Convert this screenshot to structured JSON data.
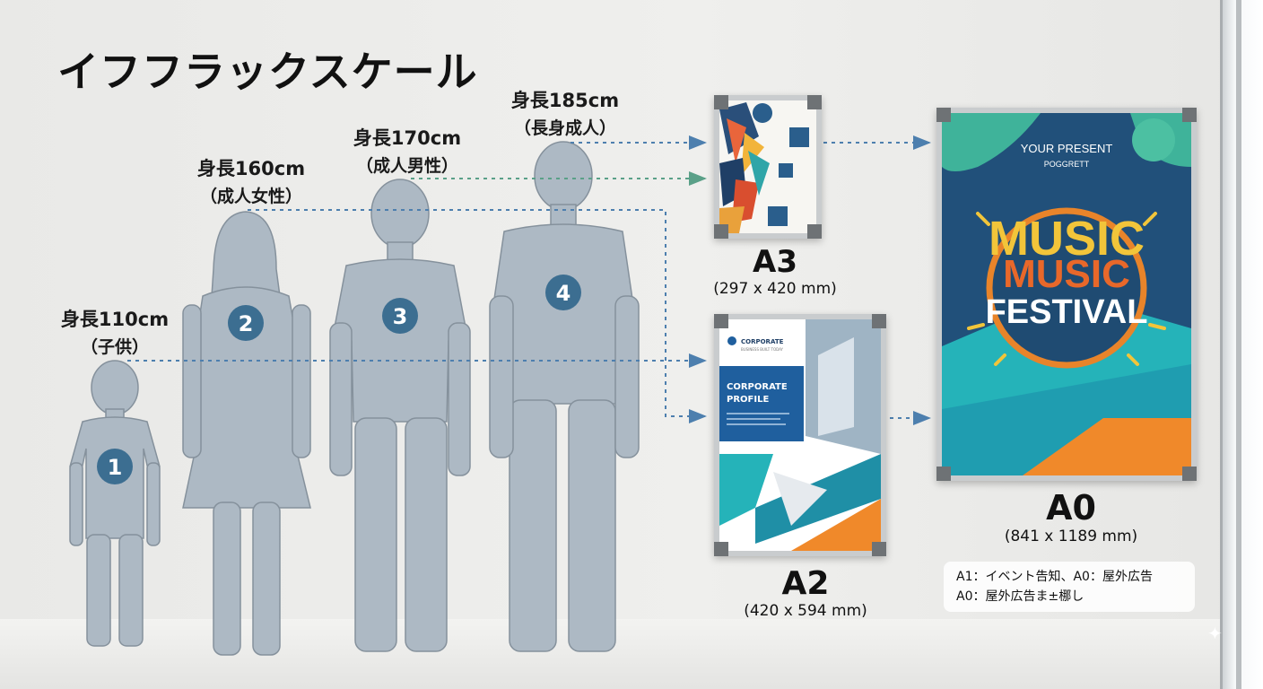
{
  "title": "イフフラックスケール",
  "figures": [
    {
      "number": "1",
      "height": "身長110cm",
      "desc": "（子供）"
    },
    {
      "number": "2",
      "height": "身長160cm",
      "desc": "（成人女性）"
    },
    {
      "number": "3",
      "height": "身長170cm",
      "desc": "（成人男性）"
    },
    {
      "number": "4",
      "height": "身長185cm",
      "desc": "（長身成人）"
    }
  ],
  "posters": {
    "a3": {
      "name": "A3",
      "size": "(297 x 420 mm)"
    },
    "a2": {
      "name": "A2",
      "size": "(420 x 594 mm)",
      "header": "CORPORATE",
      "subheader": "BUSINESS BUILT TODAY",
      "headline_1": "CORPORATE",
      "headline_2": "PROFILE"
    },
    "a0": {
      "name": "A0",
      "size": "(841 x 1189 mm)",
      "top_1": "YOUR PRESENT",
      "top_2": "POGGRETT",
      "line_1": "MUSIC",
      "line_2": "MUSIC",
      "line_3": "FESTIVAL"
    }
  },
  "note": {
    "line_1": "A1：イベント告知、A0：屋外広告",
    "line_2": "A0：屋外広告ま±梛し"
  },
  "colors": {
    "silhouette": "#a8b5c1",
    "badge": "#3c6e91",
    "arrow_blue": "#4d7fae",
    "arrow_green": "#5aa088",
    "teal": "#25b3b9",
    "orange": "#f0892a",
    "navy": "#1f4f7a"
  }
}
